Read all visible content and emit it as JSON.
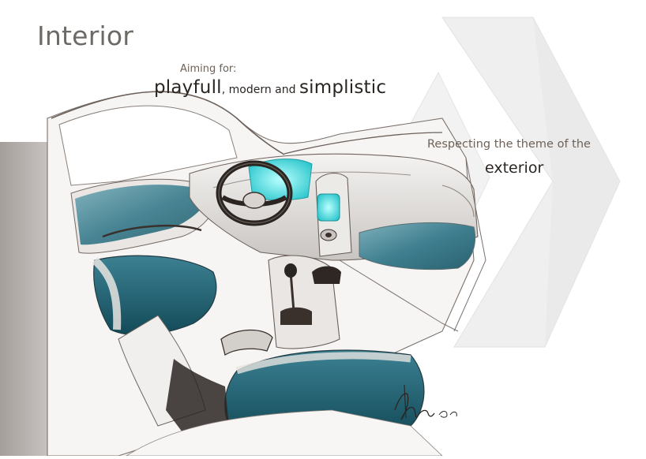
{
  "title": "Interior",
  "aim": {
    "intro": "Aiming for:",
    "word1": "playfull",
    "joiner1": ", modern and ",
    "word2": "simplistic"
  },
  "theme": {
    "line": "Respecting the theme of the",
    "keyword": "exterior"
  },
  "signature_text": "Marco",
  "colors": {
    "teal_fabric": "#3f7f8f",
    "teal_seat": "#1f5f70",
    "display_cyan": "#46e6e6",
    "logo_grey": "#ececec",
    "text_dark": "#2b2522",
    "text_brown": "#6e6158"
  }
}
